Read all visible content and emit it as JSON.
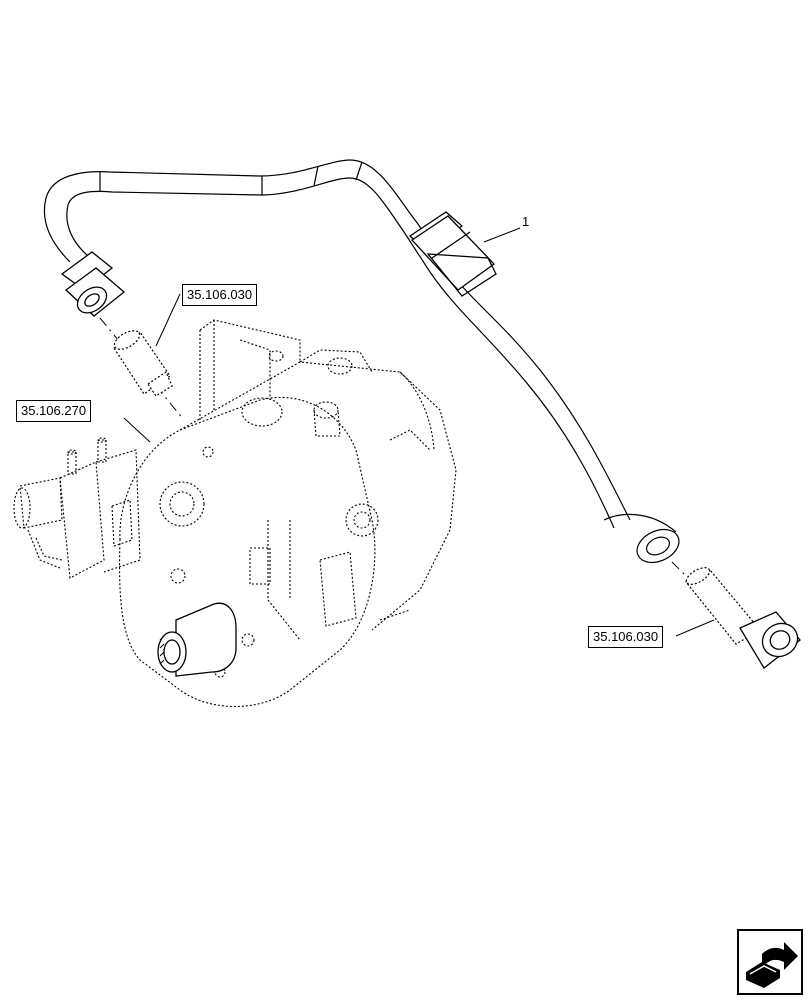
{
  "diagram": {
    "callouts": {
      "left_fitting_ref": "35.106.030",
      "pump_ref": "35.106.270",
      "right_fitting_ref": "35.106.030"
    },
    "item_number": "1"
  },
  "icons": {
    "nav": "next-page-arrow-icon"
  }
}
